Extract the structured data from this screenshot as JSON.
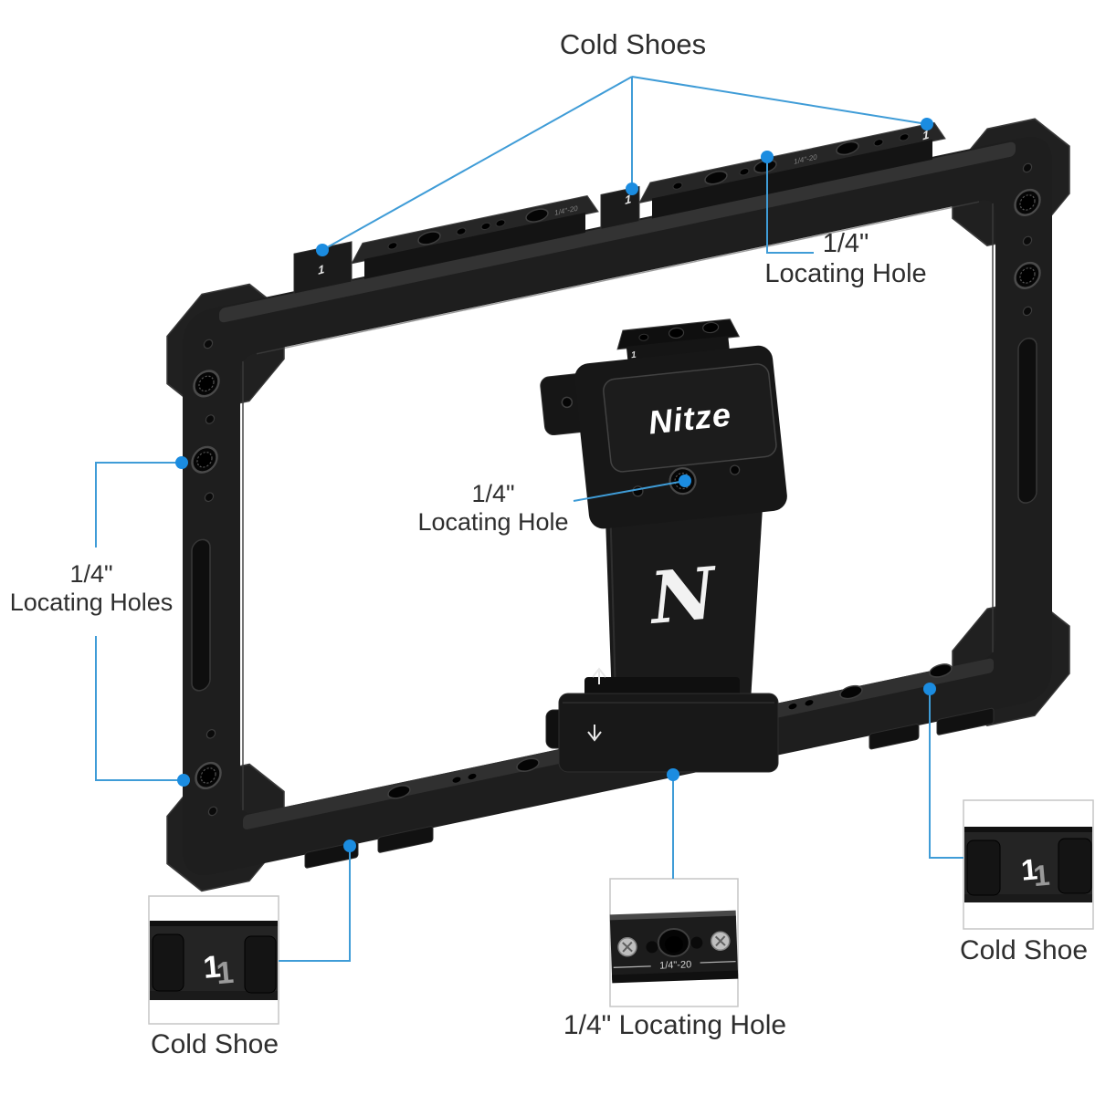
{
  "annotations": {
    "line_color": "#3f9cd7",
    "dot_color": "#1b8ce0",
    "cold_shoes_label": "Cold Shoes",
    "right_hole_label": {
      "line1": "1/4\"",
      "line2": "Locating Hole"
    },
    "center_hole_label": {
      "line1": "1/4\"",
      "line2": "Locating Hole"
    },
    "left_holes_label": {
      "line1": "1/4\"",
      "line2": "Locating Holes"
    }
  },
  "insets": {
    "bottom_left": {
      "caption": "Cold Shoe"
    },
    "bottom_middle": {
      "caption": "1/4\" Locating Hole"
    },
    "bottom_right": {
      "caption": "Cold Shoe"
    }
  },
  "product": {
    "brand": "Nitze",
    "logo_letter": "N",
    "shoe_mark": "1",
    "thread_engraving": "1/4\"-20",
    "body_color": "#1e1e1e"
  }
}
